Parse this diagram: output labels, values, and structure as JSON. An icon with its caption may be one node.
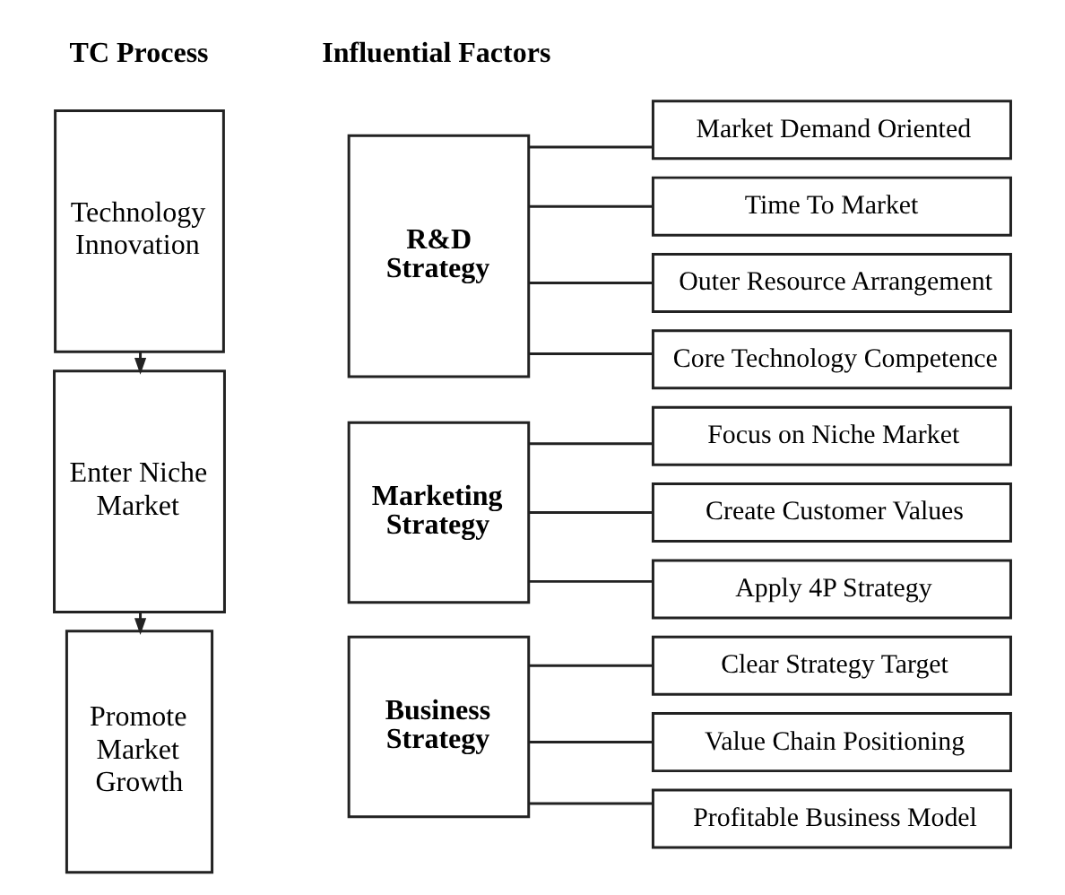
{
  "diagram": {
    "nodes": [
      {
        "text": [
          "Technology Innovation"
        ]
      },
      {
        "text": [
          "Enter Niche Market"
        ]
      },
      {
        "text": [
          "Promote Market Growth"
        ]
      },
      {
        "text": [
          "R&D Strategy"
        ]
      },
      {
        "text": [
          "Market Demand Oriented"
        ]
      },
      {
        "text": [
          "Time To Market"
        ]
      },
      {
        "text": [
          "Outer Resource Arrangement"
        ]
      },
      {
        "text": [
          "Core Technology Competence"
        ]
      },
      {
        "text": [
          "Marketing Strategy"
        ]
      },
      {
        "text": [
          "Focus on Niche Market"
        ]
      },
      {
        "text": [
          "Create Customer Values"
        ]
      },
      {
        "text": [
          "Apply 4P Strategy"
        ]
      },
      {
        "text": [
          "Business Strategy"
        ]
      },
      {
        "text": [
          "Clear Strategy Target"
        ]
      },
      {
        "text": [
          "Value Chain Positioning"
        ]
      },
      {
        "text": [
          "Profitable Business Model"
        ]
      }
    ],
    "edges": [
      {
        "from": 0,
        "to": 1,
        "arrow": "to"
      },
      {
        "from": 1,
        "to": 2,
        "arrow": "to"
      },
      {
        "from": 3,
        "to": 4,
        "arrow": "none"
      },
      {
        "from": 3,
        "to": 5,
        "arrow": "none"
      },
      {
        "from": 3,
        "to": 6,
        "arrow": "none"
      },
      {
        "from": 3,
        "to": 7,
        "arrow": "none"
      },
      {
        "from": 8,
        "to": 9,
        "arrow": "none"
      },
      {
        "from": 8,
        "to": 10,
        "arrow": "none"
      },
      {
        "from": 8,
        "to": 11,
        "arrow": "none"
      },
      {
        "from": 12,
        "to": 13,
        "arrow": "none"
      },
      {
        "from": 12,
        "to": 14,
        "arrow": "none"
      },
      {
        "from": 12,
        "to": 15,
        "arrow": "none"
      }
    ],
    "labels": [
      "TC Process",
      "Influential Factors"
    ]
  }
}
